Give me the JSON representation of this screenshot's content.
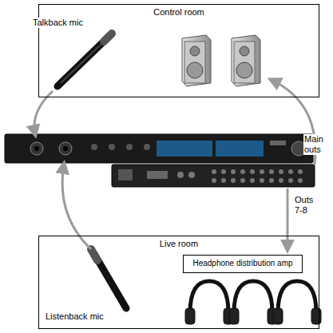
{
  "diagram": {
    "nodes": [
      {
        "text": [
          "Control room"
        ]
      },
      {
        "text": [
          "Live room"
        ]
      },
      {
        "text": [
          "Headphone distribution amp"
        ],
        "in": 1
      }
    ],
    "labels": [
      "Talkback mic",
      "Listenback mic",
      "Main outs",
      "Outs 7-8"
    ]
  }
}
